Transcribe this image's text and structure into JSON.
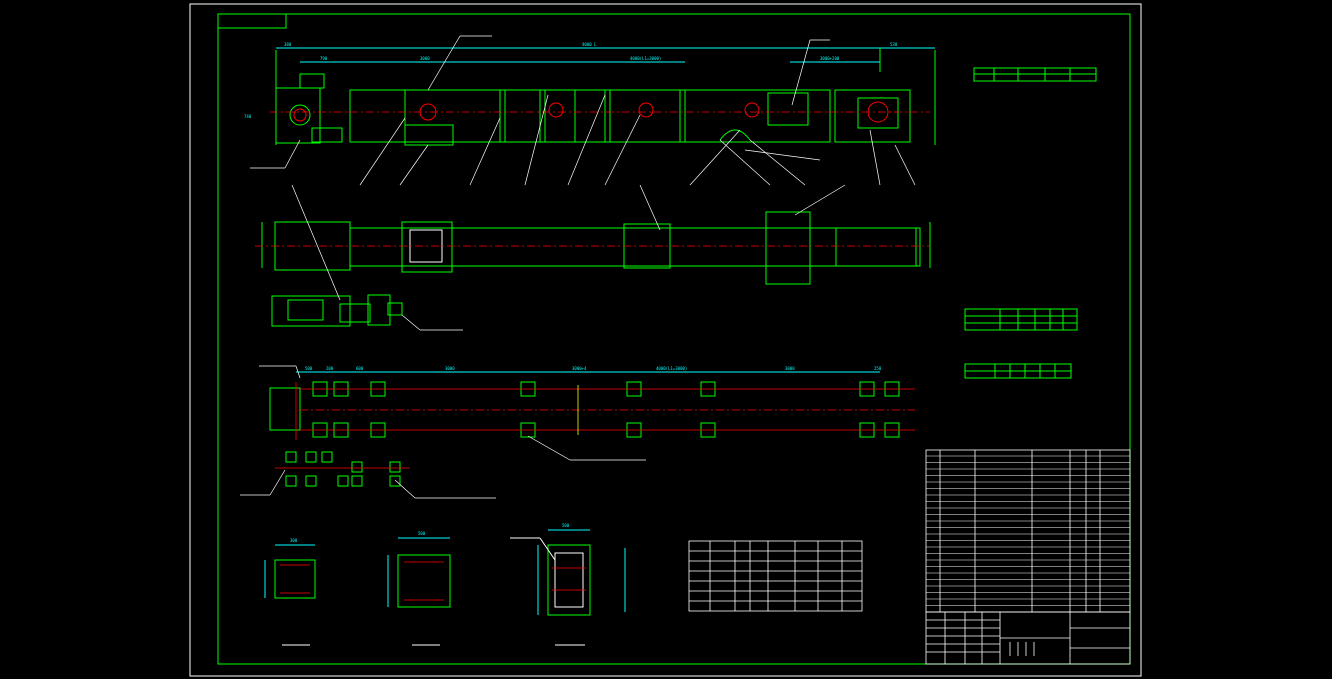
{
  "drawing": {
    "title_block_label": "",
    "dims": {
      "top_overall": "4000 L",
      "top_seg_a": "3000",
      "top_seg_b": "4000(L1=3000)",
      "top_seg_c": "3000+200",
      "top_left_a": "380",
      "top_left_b": "790",
      "top_right": "530",
      "bottom_a": "500",
      "bottom_b": "200",
      "bottom_c": "600",
      "bottom_d": "3000",
      "bottom_e": "3000+4",
      "bottom_f": "4000(L1=3000)",
      "bottom_g": "3000",
      "bottom_h": "250",
      "height_left": "740",
      "section_a_top": "300",
      "section_b_top": "500",
      "section_c_top": "500"
    }
  }
}
